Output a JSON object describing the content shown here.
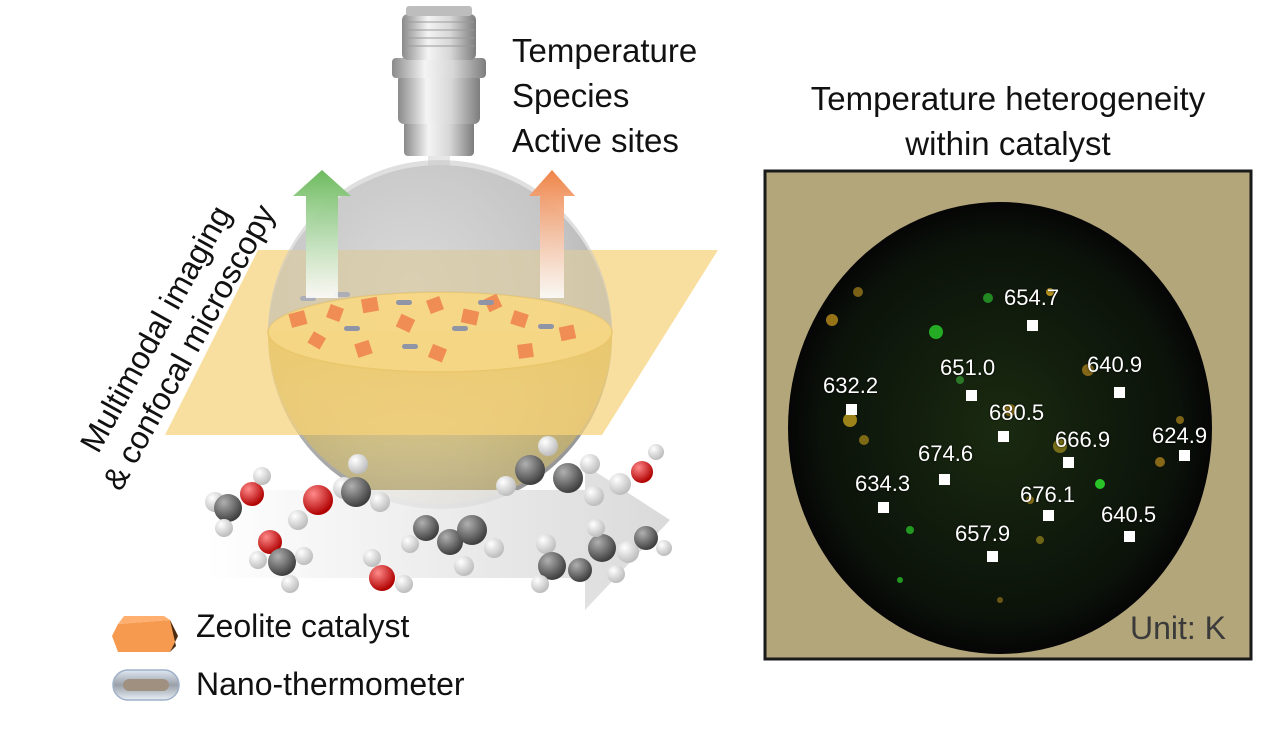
{
  "properties": [
    "Temperature",
    "Species",
    "Active sites"
  ],
  "heterogeneity_title": [
    "Temperature heterogeneity",
    "within catalyst"
  ],
  "imaging_label": [
    "Multimodal imaging",
    "& confocal microscopy"
  ],
  "legend": {
    "zeolite": "Zeolite catalyst",
    "thermometer": "Nano-thermometer"
  },
  "unit": "Unit: K",
  "temperature_points": [
    {
      "value": "654.7"
    },
    {
      "value": "651.0"
    },
    {
      "value": "640.9"
    },
    {
      "value": "632.2"
    },
    {
      "value": "680.5"
    },
    {
      "value": "666.9"
    },
    {
      "value": "624.9"
    },
    {
      "value": "674.6"
    },
    {
      "value": "634.3"
    },
    {
      "value": "676.1"
    },
    {
      "value": "640.5"
    },
    {
      "value": "657.9"
    }
  ],
  "colors": {
    "plane": "#f6d27a",
    "image_frame_bg": "#b3a67a",
    "zeolite": "#f08d55",
    "molecule_oxygen": "#d81010",
    "molecule_carbon": "#6b6b6b",
    "arrow_green": "#78c06a",
    "arrow_orange": "#ee8a50"
  }
}
